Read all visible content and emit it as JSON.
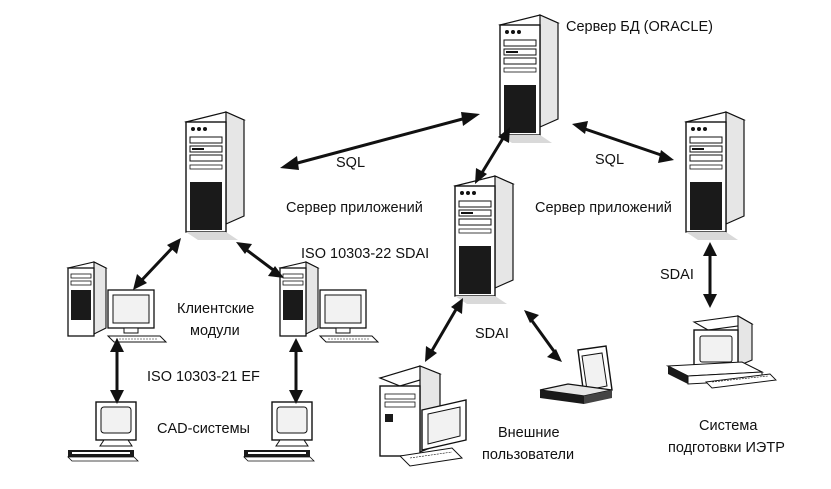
{
  "labels": {
    "db_server": "Сервер БД (ORACLE)",
    "sql_left": "SQL",
    "sql_right": "SQL",
    "app_server_left": "Сервер приложений",
    "app_server_right": "Сервер приложений",
    "iso_22": "ISO 10303-22 SDAI",
    "client_modules_line1": "Клиентские",
    "client_modules_line2": "модули",
    "iso_21": "ISO 10303-21 EF",
    "cad_systems": "CAD-системы",
    "sdai_center": "SDAI",
    "sdai_right": "SDAI",
    "external_users_line1": "Внешние",
    "external_users_line2": "пользователи",
    "ietr_line1": "Система",
    "ietr_line2": "подготовки ИЭТР"
  },
  "colors": {
    "stroke": "#111111",
    "fill_light": "#f2f2f2",
    "fill_dark": "#1a1a1a",
    "shadow": "#d9d9d9"
  }
}
